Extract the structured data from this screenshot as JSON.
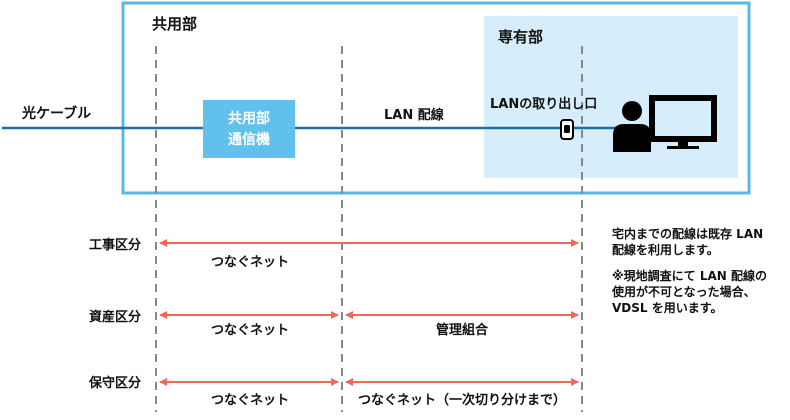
{
  "colors": {
    "frame_border": "#58b8e8",
    "private_area_fill": "#d6edfb",
    "device_box": "#62c0ec",
    "cable": "#1f6da8",
    "arrow": "#ee6a5a",
    "dashed_line": "#888888",
    "icon": "#000000"
  },
  "labels": {
    "shared_area": "共用部",
    "private_area": "専有部",
    "fiber_cable": "光ケーブル",
    "device_line1": "共用部",
    "device_line2": "通信機",
    "lan_wiring": "LAN 配線",
    "lan_outlet": "LANの取り出し口"
  },
  "icons": {
    "outlet": "lan-outlet-icon",
    "user": "person-icon",
    "computer": "monitor-icon"
  },
  "rows": [
    {
      "label": "工事区分",
      "segments": [
        {
          "text": "つなぐネット"
        }
      ]
    },
    {
      "label": "資産区分",
      "segments": [
        {
          "text": "つなぐネット"
        },
        {
          "text": "管理組合"
        }
      ]
    },
    {
      "label": "保守区分",
      "segments": [
        {
          "text": "つなぐネット"
        },
        {
          "text": "つなぐネット（一次切り分けまで）"
        }
      ]
    }
  ],
  "notes": {
    "note1_line1": "宅内までの配線は既存 LAN",
    "note1_line2": "配線を利用します。",
    "note2_line1": "※現地調査にて LAN 配線の",
    "note2_line2": "使用が不可となった場合、",
    "note2_line3": "VDSL を用います。"
  }
}
